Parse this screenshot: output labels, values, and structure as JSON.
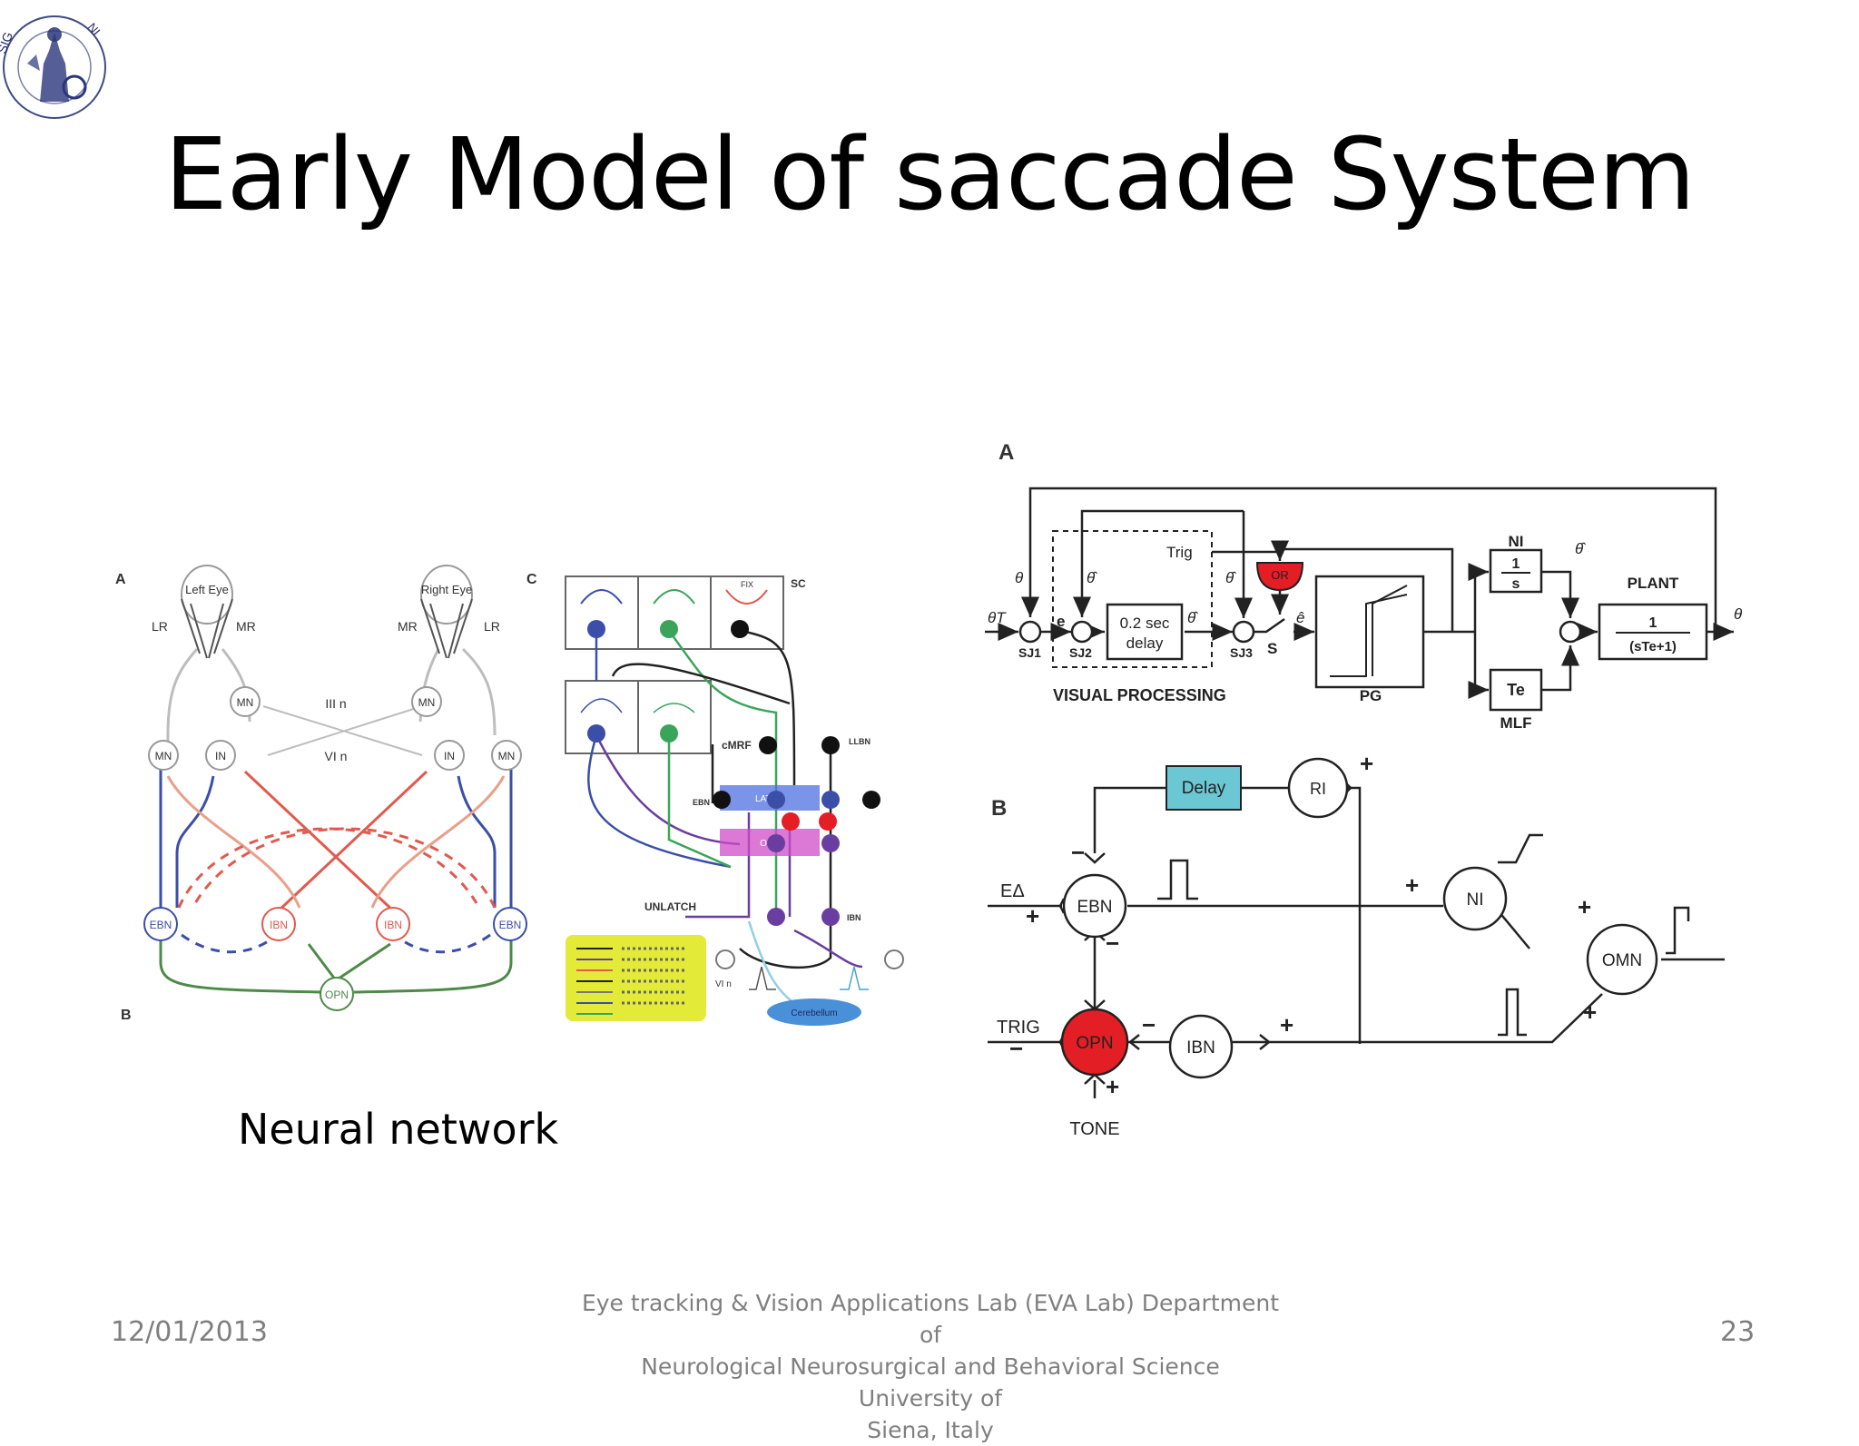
{
  "slide": {
    "title": "Early Model of saccade System",
    "caption": "Neural network",
    "page_number": "23",
    "date": "12/01/2013",
    "footer_lines": [
      "Eye tracking & Vision Applications Lab (EVA Lab) Department of",
      "Neurological Neurosurgical and Behavioral Science University of",
      "Siena, Italy"
    ]
  },
  "logo": {
    "ring_text": "SIGILLVM · VNIVERSITATIS · SENENSIS"
  },
  "left_figure": {
    "panel_labels": [
      "A",
      "B",
      "C"
    ],
    "eyes": [
      "Left Eye",
      "Right Eye"
    ],
    "muscles": {
      "left_lr": "LR",
      "left_mr": "MR",
      "right_mr": "MR",
      "right_lr": "LR"
    },
    "nuclei": {
      "mn": "MN",
      "in": "IN",
      "iii_n": "III n",
      "vi_n": "VI n",
      "ebn": "EBN",
      "ibn": "IBN",
      "opn": "OPN"
    }
  },
  "middle_figure": {
    "sc": "SC",
    "fix": "FIX",
    "cmrf": "cMRF",
    "llbn": "LLBN",
    "ebn": "EBN",
    "ibn": "IBN",
    "latch": "LATCH",
    "opn": "OPN",
    "unlatch": "UNLATCH",
    "vi_n": "VI n",
    "cerebellum": "Cerebellum"
  },
  "block_diagram_a": {
    "label": "A",
    "theta_t": "θT",
    "theta": "θ",
    "theta_hat": "θ̂",
    "e": "e",
    "e_hat": "ê",
    "sj1": "SJ1",
    "sj2": "SJ2",
    "sj3": "SJ3",
    "delay_line1": "0.2 sec",
    "delay_line2": "delay",
    "trig": "Trig",
    "or": "OR",
    "s": "S",
    "visual_processing": "VISUAL PROCESSING",
    "pg": "PG",
    "ni": "NI",
    "ni_num": "1",
    "ni_den": "s",
    "te": "Te",
    "mlf": "MLF",
    "plant": "PLANT",
    "plant_num": "1",
    "plant_den": "(sTe+1)"
  },
  "block_diagram_b": {
    "label": "B",
    "delay": "Delay",
    "ri": "RI",
    "ebn": "EBN",
    "e_delta": "EΔ",
    "ni": "NI",
    "omn": "OMN",
    "trig": "TRIG",
    "opn": "OPN",
    "ibn": "IBN",
    "tone": "TONE",
    "plus": "+",
    "minus": "−"
  },
  "colors": {
    "opn_fill": "#e31e24",
    "delay_fill": "#6cc7d4",
    "excitatory_blue": "#3b4ea8",
    "inhibitory_red": "#e05a4f",
    "green": "#3aa55a",
    "purple": "#6a3ea0",
    "legend_yellow": "#e3ea38",
    "footer_gray": "#7f7f7f"
  }
}
